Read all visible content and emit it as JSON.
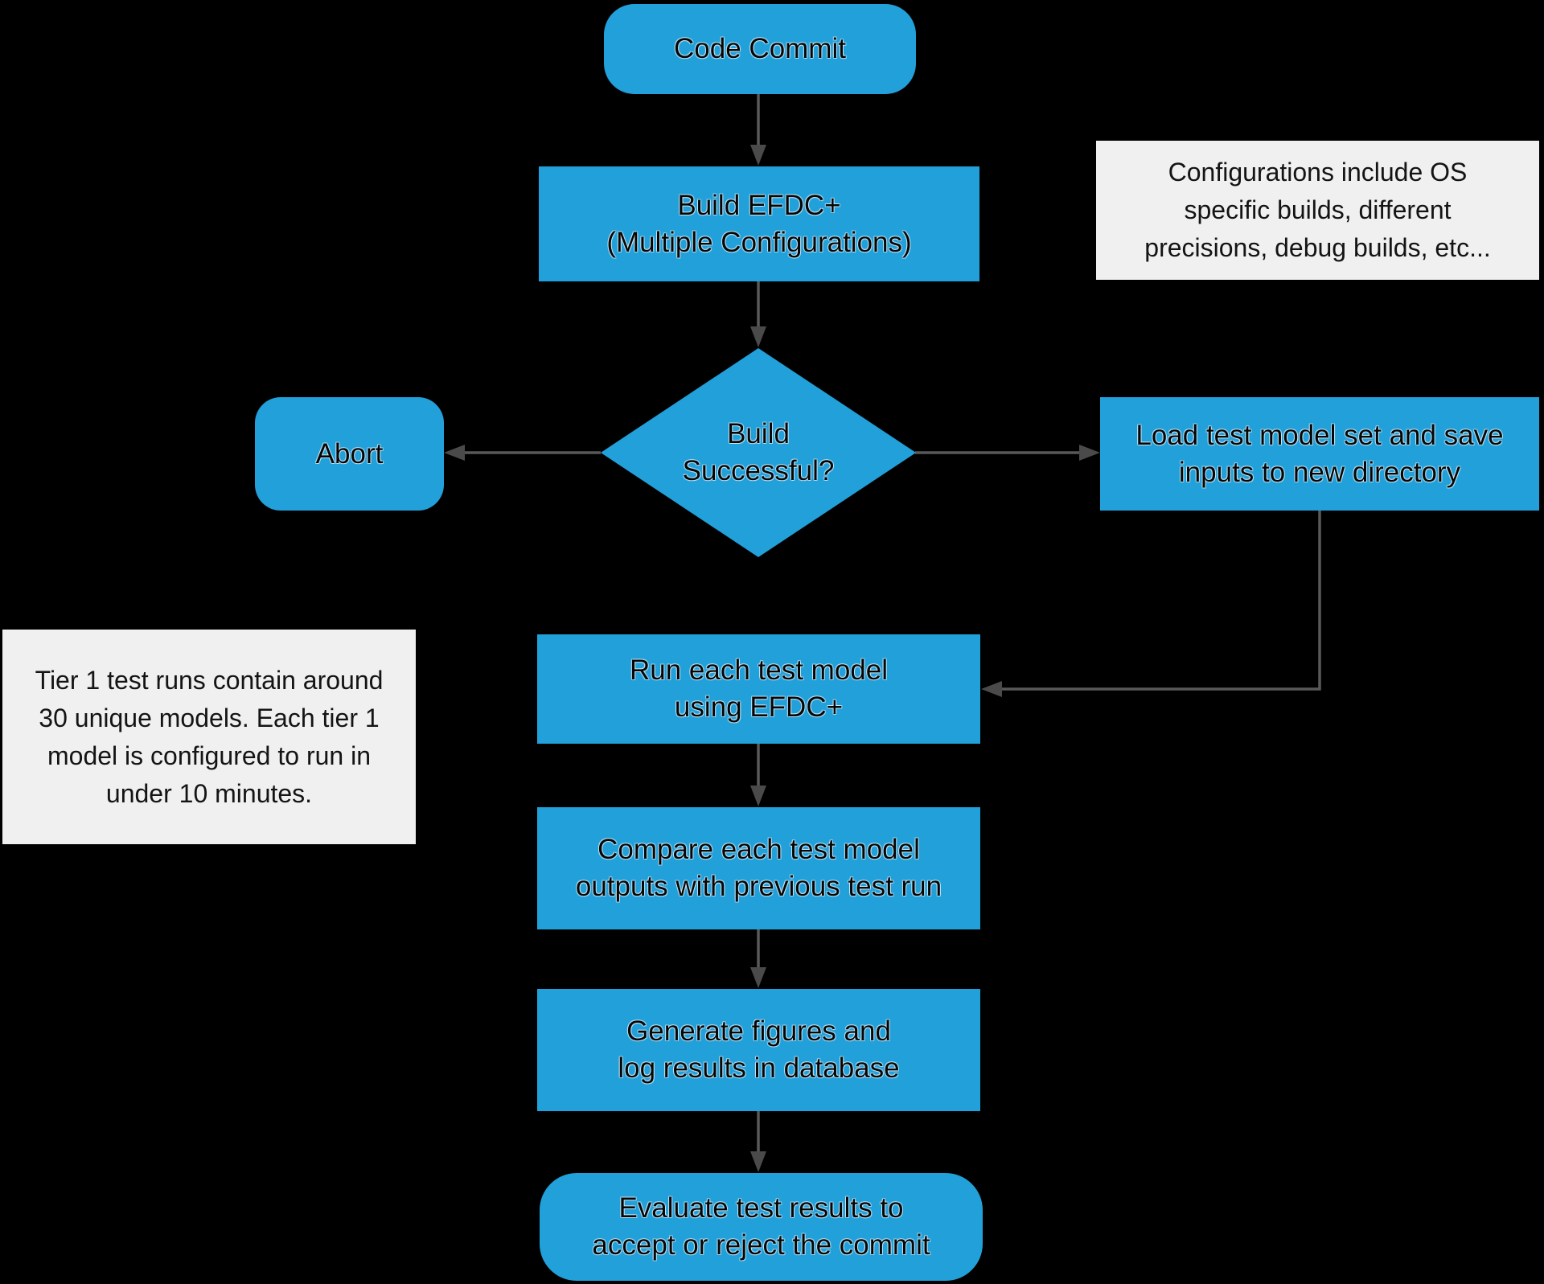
{
  "canvas": {
    "bg": "#000000"
  },
  "colors": {
    "canvas_bg": "#000000",
    "node_fill": "#22A0DA",
    "node_text": "#060606",
    "note_fill": "#F0F0F0",
    "note_text": "#141414",
    "arrow_line": "#595959",
    "arrow_head": "#4A4A4A"
  },
  "nodes": {
    "code_commit": {
      "label": "Code Commit"
    },
    "build": {
      "label": "Build EFDC+\n(Multiple Configurations)"
    },
    "decision": {
      "label": "Build\nSuccessful?"
    },
    "abort": {
      "label": "Abort"
    },
    "load": {
      "label": "Load test model set and save\ninputs to new directory"
    },
    "run": {
      "label": "Run each test model\nusing EFDC+"
    },
    "compare": {
      "label": "Compare each test model\noutputs with previous test run"
    },
    "generate": {
      "label": "Generate figures and\nlog results in database"
    },
    "evaluate": {
      "label": "Evaluate test results to\naccept or reject the commit"
    }
  },
  "notes": {
    "configurations": {
      "text": "Configurations include OS\nspecific builds, different\nprecisions, debug builds, etc..."
    },
    "tier1": {
      "text": "Tier 1 test runs contain around\n30 unique models. Each tier 1\nmodel is configured to run in\nunder 10 minutes."
    }
  }
}
